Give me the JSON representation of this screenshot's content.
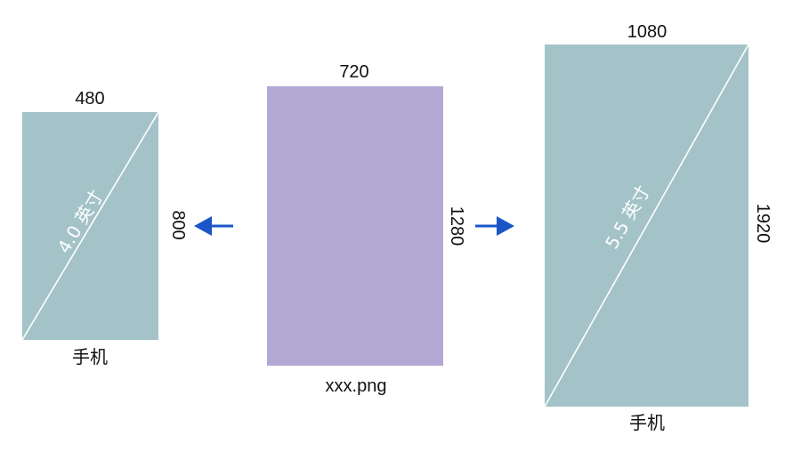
{
  "left_phone": {
    "width_label": "480",
    "height_label": "800",
    "diag_label": "4.0 英寸",
    "caption": "手机"
  },
  "source_image": {
    "width_label": "720",
    "height_label": "1280",
    "caption": "xxx.png"
  },
  "right_phone": {
    "width_label": "1080",
    "height_label": "1920",
    "diag_label": "5.5 英寸",
    "caption": "手机"
  },
  "colors": {
    "phone_fill": "#a4c3c8",
    "image_fill": "#b3a7d4",
    "arrow": "#1a56c8"
  },
  "icons": {
    "arrow_left": "arrow-left-icon",
    "arrow_right": "arrow-right-icon"
  }
}
